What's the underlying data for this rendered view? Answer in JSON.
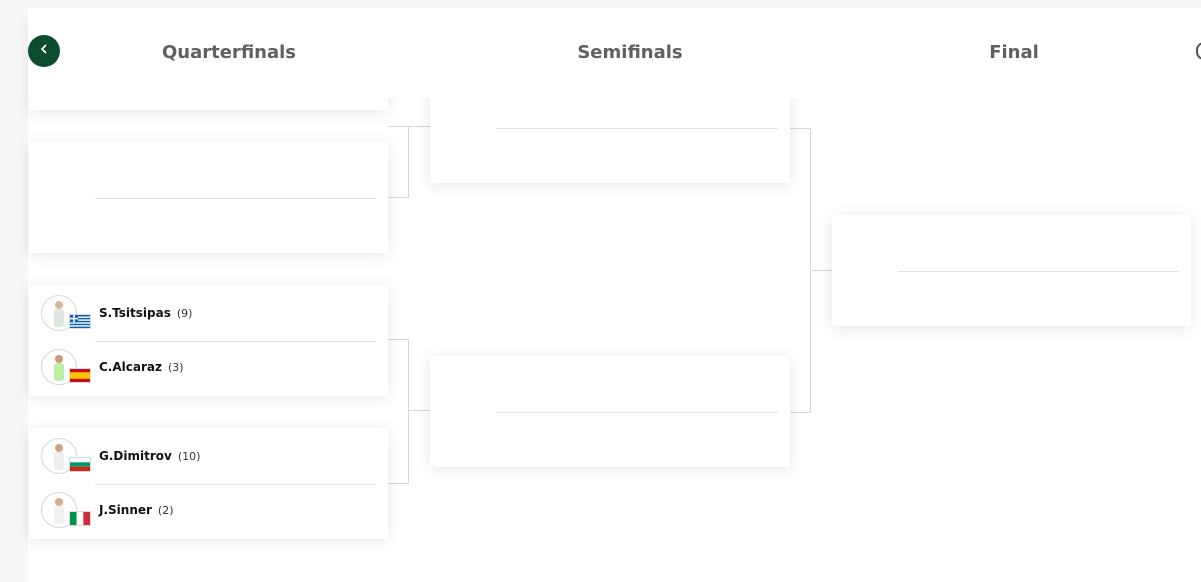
{
  "rounds": {
    "quarterfinals": "Quarterfinals",
    "semifinals": "Semifinals",
    "final": "Final"
  },
  "quarterfinals": {
    "match3": {
      "p1": {
        "name": "S.Tsitsipas",
        "seed": "(9)",
        "flag": "greece-flag"
      },
      "p2": {
        "name": "C.Alcaraz",
        "seed": "(3)",
        "flag": "spain-flag"
      }
    },
    "match4": {
      "p1": {
        "name": "G.Dimitrov",
        "seed": "(10)",
        "flag": "bulgaria-flag"
      },
      "p2": {
        "name": "J.Sinner",
        "seed": "(2)",
        "flag": "italy-flag"
      }
    }
  },
  "colors": {
    "accent": "#0d4d2f",
    "connector": "#d8d8d8"
  },
  "icons": {
    "back": "chevron-left-icon"
  }
}
